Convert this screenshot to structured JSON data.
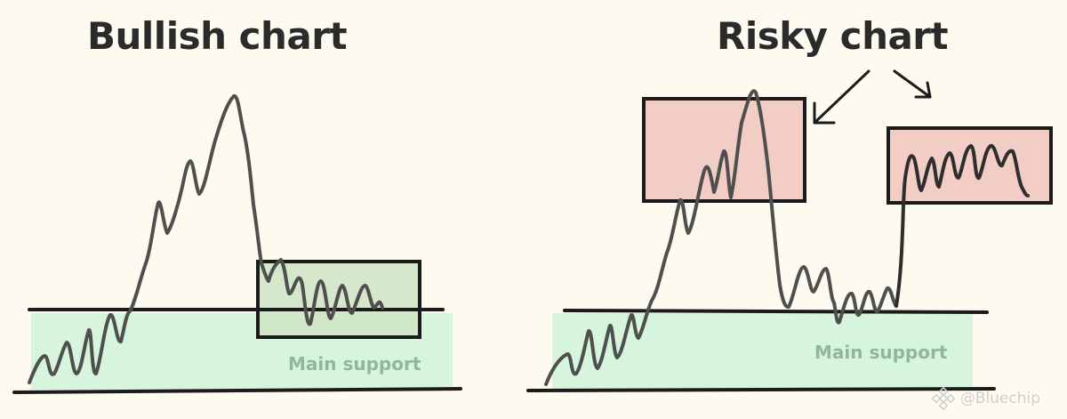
{
  "left": {
    "title": "Bullish chart",
    "support_label": "Main support"
  },
  "right": {
    "title": "Risky chart",
    "support_label": "Main support"
  },
  "watermark": {
    "text": "@Bluechip",
    "icon": "binance-logo-icon"
  },
  "colors": {
    "background": "#fdfbef",
    "support_zone": "#d7f5dc",
    "consolidation_box": "#cfe4c4",
    "risk_box": "#f0c8c0",
    "line": "#4a4a4a"
  }
}
